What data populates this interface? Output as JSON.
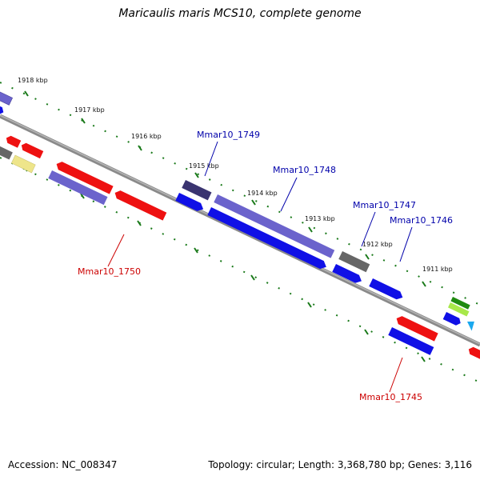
{
  "title": "Maricaulis maris MCS10, complete genome",
  "footer": {
    "accession": "Accession: NC_008347",
    "summary": "Topology: circular; Length: 3,368,780 bp; Genes: 3,116"
  },
  "ticks": [
    {
      "label": "1918 kbp"
    },
    {
      "label": "1917 kbp"
    },
    {
      "label": "1916 kbp"
    },
    {
      "label": "1915 kbp"
    },
    {
      "label": "1914 kbp"
    },
    {
      "label": "1913 kbp"
    },
    {
      "label": "1912 kbp"
    },
    {
      "label": "1911 kbp"
    }
  ],
  "gene_labels": [
    {
      "text": "Mmar10_1749",
      "color": "#0000aa"
    },
    {
      "text": "Mmar10_1748",
      "color": "#0000aa"
    },
    {
      "text": "Mmar10_1747",
      "color": "#0000aa"
    },
    {
      "text": "Mmar10_1746",
      "color": "#0000aa"
    },
    {
      "text": "Mmar10_1750",
      "color": "#cc0000"
    },
    {
      "text": "Mmar10_1745",
      "color": "#cc0000"
    }
  ],
  "colors": {
    "backbone": "#7f7f7f",
    "tick": "#1a7a1a",
    "blue_cds": "#1010e6",
    "purple_cds": "#6b63cc",
    "red_cds": "#ee1111",
    "gray_feature": "#666666",
    "dark_feature": "#3a3470",
    "yellow_feature": "#eee58a",
    "green_feature": "#3aa81a",
    "cyan_feature": "#1aa8ee"
  }
}
